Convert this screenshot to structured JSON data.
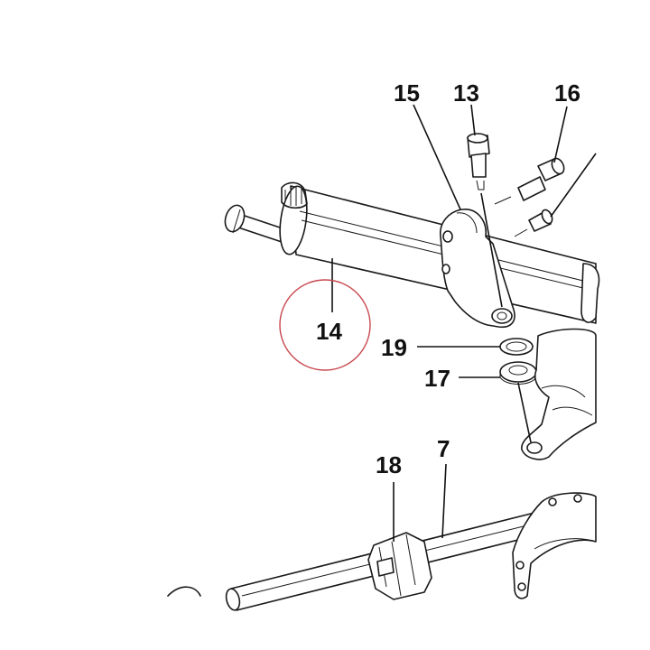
{
  "callouts": [
    {
      "id": "15",
      "label": "15"
    },
    {
      "id": "13",
      "label": "13"
    },
    {
      "id": "16",
      "label": "16"
    },
    {
      "id": "14",
      "label": "14"
    },
    {
      "id": "19",
      "label": "19"
    },
    {
      "id": "17",
      "label": "17"
    },
    {
      "id": "18",
      "label": "18"
    },
    {
      "id": "7",
      "label": "7"
    }
  ],
  "highlight": {
    "target": "14",
    "color": "#c8474f"
  },
  "colors": {
    "line": "#1a1a1a",
    "background": "#ffffff"
  }
}
